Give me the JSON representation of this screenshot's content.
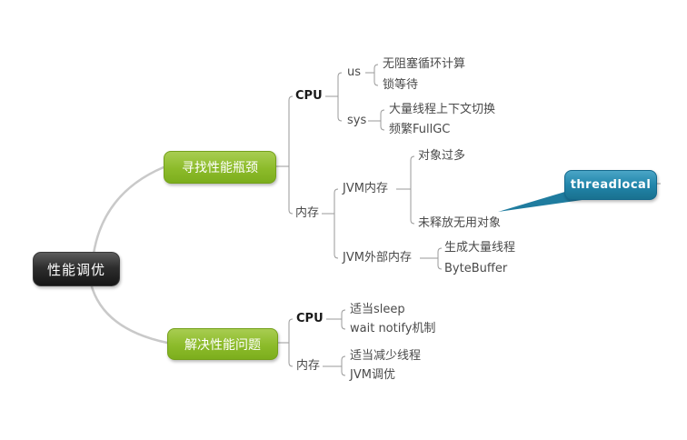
{
  "tree": {
    "label": "性能调优",
    "children": [
      {
        "label": "寻找性能瓶颈",
        "children": [
          {
            "label": "CPU",
            "children": [
              {
                "label": "us",
                "children": [
                  {
                    "label": "无阻塞循环计算"
                  },
                  {
                    "label": "锁等待"
                  }
                ]
              },
              {
                "label": "sys",
                "children": [
                  {
                    "label": "大量线程上下文切换"
                  },
                  {
                    "label": "频繁FullGC"
                  }
                ]
              }
            ]
          },
          {
            "label": "内存",
            "children": [
              {
                "label": "JVM内存",
                "children": [
                  {
                    "label": "对象过多"
                  },
                  {
                    "label": "未释放无用对象",
                    "callout": "threadlocal"
                  }
                ]
              },
              {
                "label": "JVM外部内存",
                "children": [
                  {
                    "label": "生成大量线程"
                  },
                  {
                    "label": "ByteBuffer"
                  }
                ]
              }
            ]
          }
        ]
      },
      {
        "label": "解决性能问题",
        "children": [
          {
            "label": "CPU",
            "children": [
              {
                "label": "适当sleep"
              },
              {
                "label": "wait notify机制"
              }
            ]
          },
          {
            "label": "内存",
            "children": [
              {
                "label": "适当减少线程"
              },
              {
                "label": "JVM调优"
              }
            ]
          }
        ]
      }
    ]
  },
  "colors": {
    "root_node": "#2e2e2e",
    "branch_node": "#8cbb2a",
    "callout_node": "#2286ab",
    "main_curve": "#c9c9c9",
    "bracket_line": "#9a9a9a",
    "text": "#4a4a4a"
  }
}
